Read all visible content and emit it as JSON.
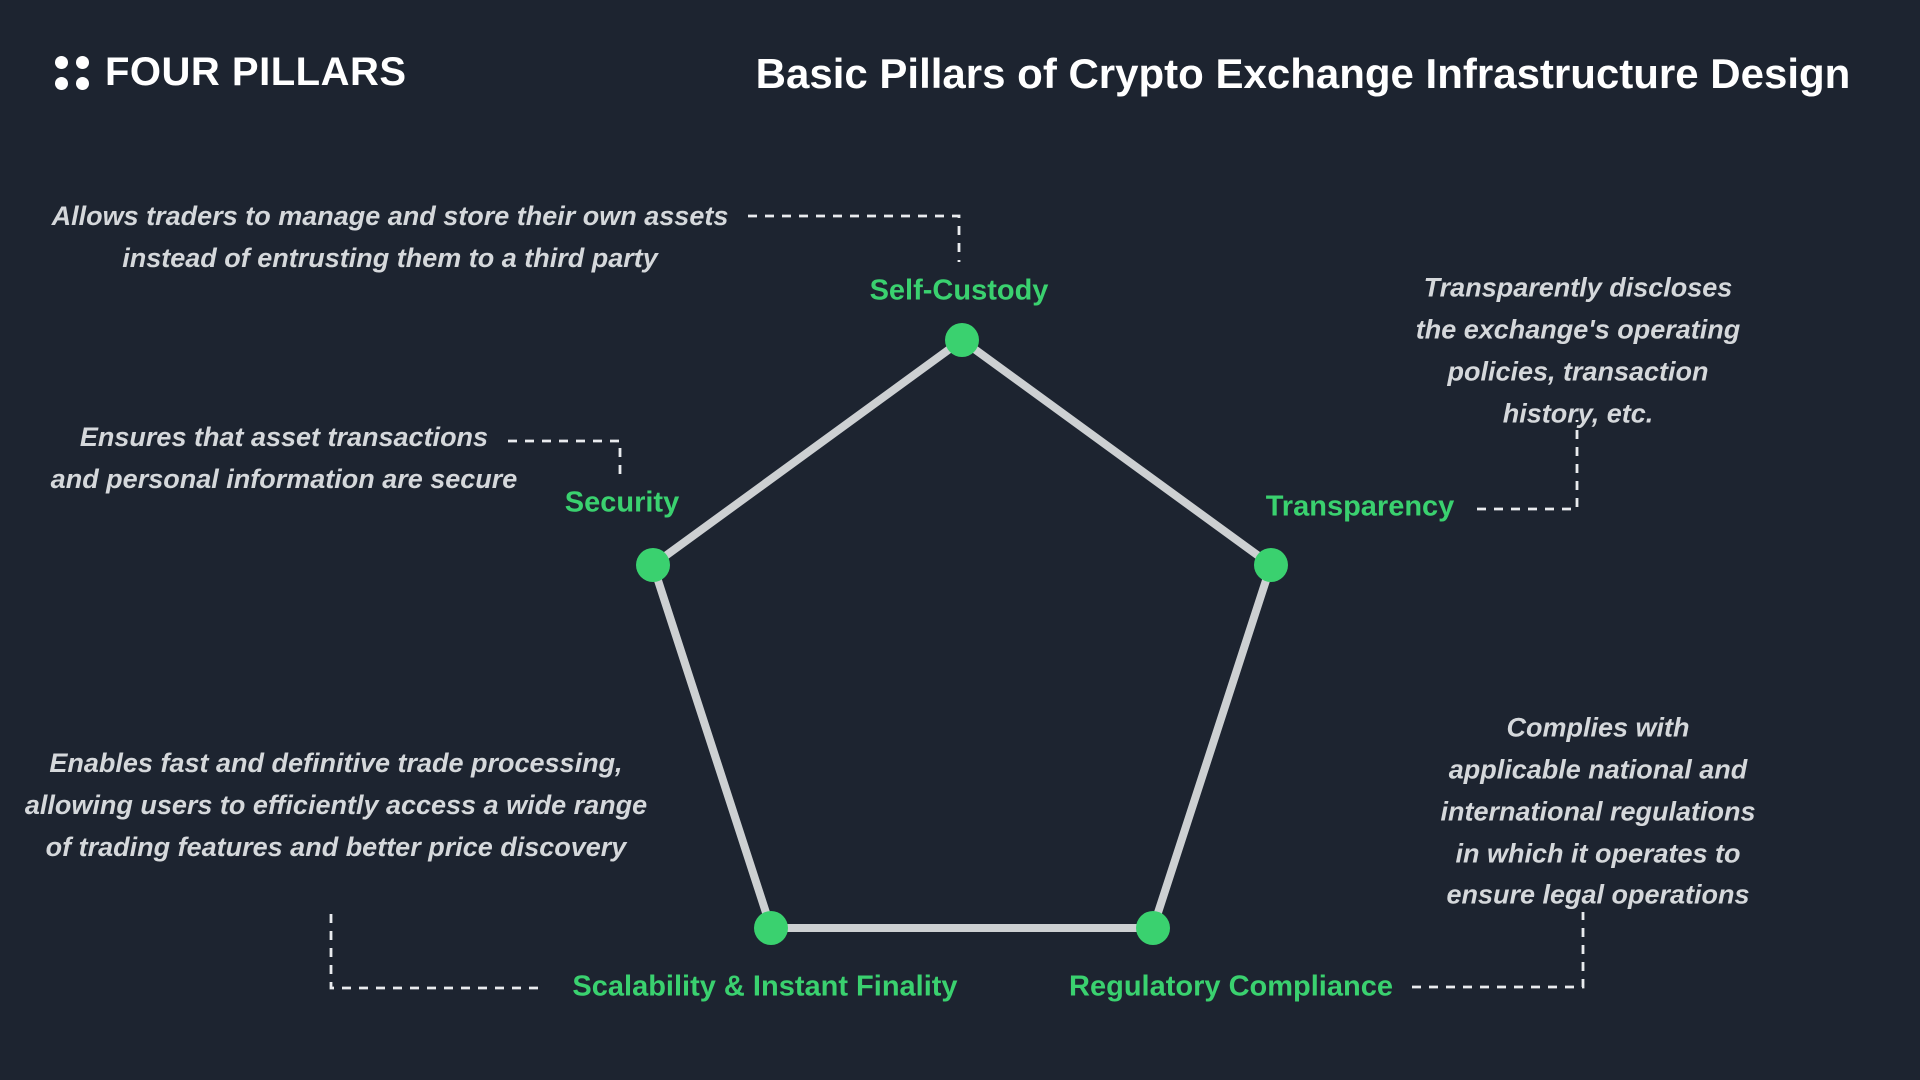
{
  "colors": {
    "bg": "#1d2430",
    "green": "#3ad16f",
    "edge": "#cdd0d2",
    "desc": "#d5d8db",
    "dash": "#e9ebee",
    "title": "#ffffff"
  },
  "header": {
    "logo_text": "FOUR PILLARS",
    "title": "Basic Pillars of Crypto Exchange Infrastructure Design"
  },
  "pillars": [
    {
      "id": "self-custody",
      "label": "Self-Custody",
      "description": "Allows traders to manage and store their own assets\ninstead of entrusting them to a third party"
    },
    {
      "id": "security",
      "label": "Security",
      "description": "Ensures that asset transactions\nand personal information are secure"
    },
    {
      "id": "transparency",
      "label": "Transparency",
      "description": "Transparently discloses the exchange's operating\npolicies, transaction history, etc."
    },
    {
      "id": "scalability",
      "label": "Scalability & Instant Finality",
      "description": "Enables fast and definitive trade processing,\nallowing users to efficiently access a wide range\nof trading features and better price discovery"
    },
    {
      "id": "regulatory",
      "label": "Regulatory Compliance",
      "description": "Complies with applicable national and\ninternational regulations in which it operates to\nensure legal operations"
    }
  ]
}
